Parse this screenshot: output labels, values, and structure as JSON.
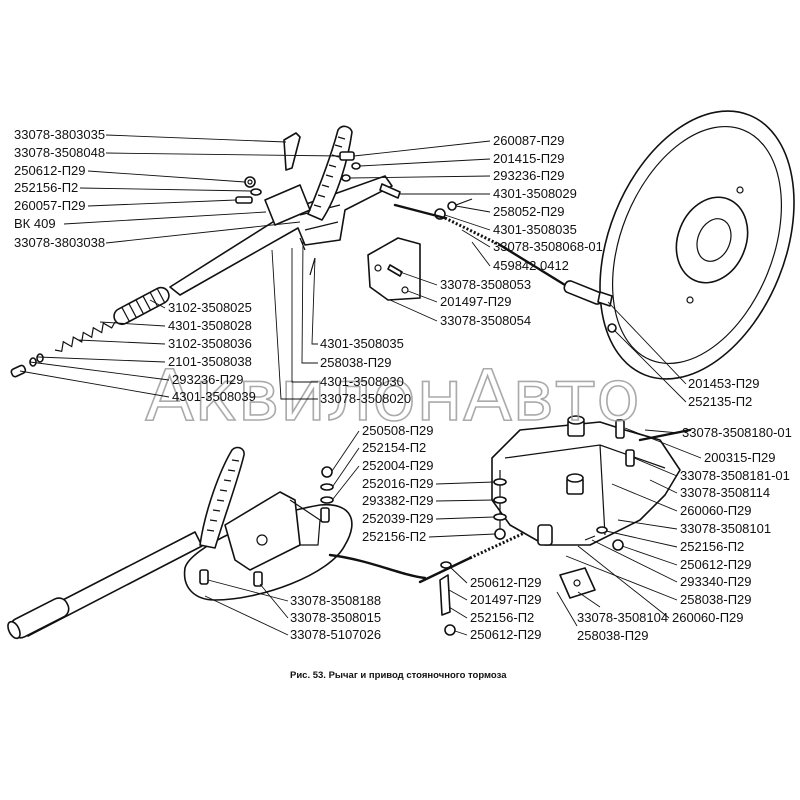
{
  "labels": {
    "top_left": [
      "33078-3803035",
      "33078-3508048",
      "250612-П29",
      "252156-П2",
      "260057-П29",
      "ВК 409",
      "33078-3803038"
    ],
    "top_right": [
      "260087-П29",
      "201415-П29",
      "293236-П29",
      "4301-3508029",
      "258052-П29",
      "4301-3508035",
      "33078-3508068-01",
      "459842 0412"
    ],
    "top_right_lower": [
      "33078-3508053",
      "201497-П29",
      "33078-3508054"
    ],
    "middle_left": [
      "3102-3508025",
      "4301-3508028",
      "3102-3508036",
      "2101-3508038",
      "293236-П29",
      "4301-3508039"
    ],
    "middle_center": [
      "4301-3508035",
      "258038-П29",
      "4301-3508030",
      "33078-3508020"
    ],
    "backing_plate": [
      "201453-П29",
      "252135-П2"
    ],
    "equalizer": [
      "33078-3508180-01",
      "200315-П29",
      "33078-3508181-01",
      "33078-3508114",
      "260060-П29",
      "33078-3508101",
      "252156-П2",
      "250612-П29",
      "293340-П29",
      "258038-П29",
      "260060-П29"
    ],
    "lower_center": [
      "250508-П29",
      "252154-П2",
      "252004-П29",
      "252016-П29",
      "293382-П29",
      "252039-П29",
      "252156-П2"
    ],
    "lower_bottom": [
      "250612-П29",
      "201497-П29",
      "252156-П2",
      "250612-П29"
    ],
    "lower_bottom_right": [
      "33078-3508104",
      "258038-П29"
    ],
    "lower_left": [
      "33078-3508188",
      "33078-3508015",
      "33078-5107026"
    ]
  },
  "caption": "Рис. 53. Рычаг и привод стояночного тормоза",
  "watermark": "АквилонАвто"
}
